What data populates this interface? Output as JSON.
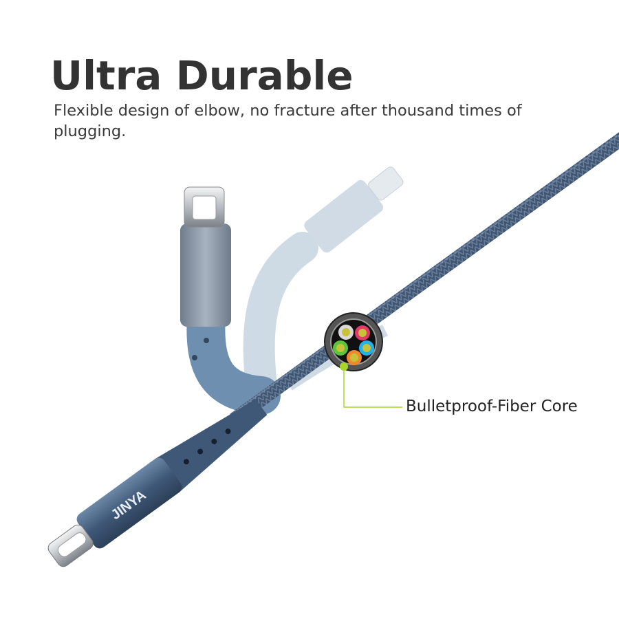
{
  "header": {
    "title": "Ultra Durable",
    "subtitle": "Flexible design of elbow, no fracture after thousand times of plugging."
  },
  "product": {
    "brand_logo": "JINYA",
    "callout_label": "Bulletproof-Fiber Core",
    "colors": {
      "cable": "#3f5572",
      "housing": "#4a6382",
      "ghost": "#c9d6e2",
      "callout_line": "#a8d52a",
      "core_wires": [
        "#d9d9d9",
        "#e23a6a",
        "#25b3e6",
        "#f08a2c",
        "#5cc43c"
      ]
    }
  }
}
